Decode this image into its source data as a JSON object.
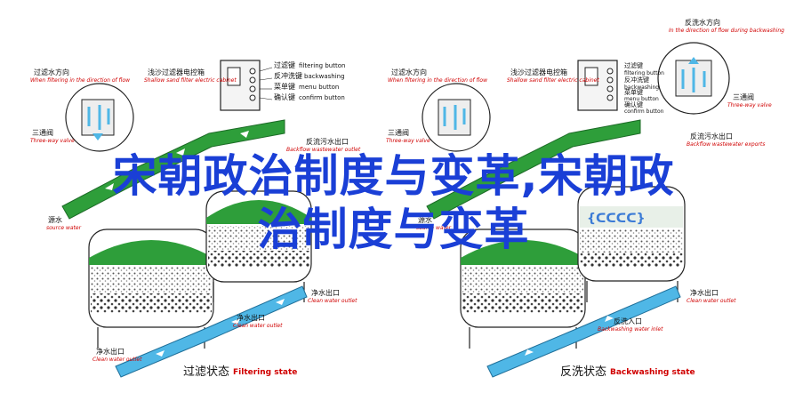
{
  "overlay": {
    "line1": "宋朝政治制度与变革,宋朝政",
    "line2": "治制度与变革"
  },
  "colors": {
    "overlay_text": "#1a3fd6",
    "pipe_green": "#2e9e3a",
    "pipe_blue": "#4fb7e6",
    "label_red": "#d00000"
  },
  "left_panel": {
    "caption_cn": "过滤状态",
    "caption_en": "Filtering state",
    "flow_dir_cn": "过滤水方向",
    "flow_dir_en": "When filtering in the direction of flow",
    "controller_cn": "浅沙过滤器电控箱",
    "controller_en": "Shallow sand filter electric cabinet",
    "btn_filter_cn": "过滤键",
    "btn_filter_en": "filtering button",
    "btn_back_cn": "反冲洗键",
    "btn_back_en": "backwashing",
    "btn_menu_cn": "菜单键",
    "btn_menu_en": "menu button",
    "btn_confirm_cn": "确认键",
    "btn_confirm_en": "confirm button",
    "threeway_cn": "三通阀",
    "threeway_en": "Three-way valve",
    "wastewater_out_cn": "反流污水出口",
    "wastewater_out_en": "Backflow wastewater outlet",
    "source_cn": "源水",
    "source_en": "source water",
    "clean_out_cn": "净水出口",
    "clean_out_en": "Clean water outlet",
    "clean_out2_cn": "净水出口",
    "clean_out2_en": "Clean water outlet",
    "inlet_cn": "净水出口",
    "inlet_en": "Clean water outlet"
  },
  "right_panel": {
    "caption_cn": "反洗状态",
    "caption_en": "Backwashing state",
    "flow_dir_cn": "反洗水方向",
    "flow_dir_en": "In the direction of flow during backwashing",
    "flow_dir2_cn": "过滤水方向",
    "flow_dir2_en": "When filtering in the direction of flow",
    "controller_cn": "浅沙过滤器电控箱",
    "controller_en": "Shallow sand filter electric cabinet",
    "btn_filter_cn": "过滤键",
    "btn_filter_en": "filtering button",
    "btn_back_cn": "反冲洗键",
    "btn_back_en": "backwashing",
    "btn_menu_cn": "菜单键",
    "btn_menu_en": "menu button",
    "btn_confirm_cn": "确认键",
    "btn_confirm_en": "confirm button",
    "threeway_cn": "三通阀",
    "threeway_en": "Three-way valve",
    "threeway2_cn": "三通阀",
    "threeway2_en": "Three-way valve",
    "wastewater_out_cn": "反流污水出口",
    "wastewater_out_en": "Backflow wastewater exports",
    "source_cn": "源水",
    "source_en": "source water",
    "clean_out_cn": "净水出口",
    "clean_out_en": "Clean water outlet",
    "inlet_cn": "反洗入口",
    "inlet_en": "Backwashing water inlet"
  }
}
